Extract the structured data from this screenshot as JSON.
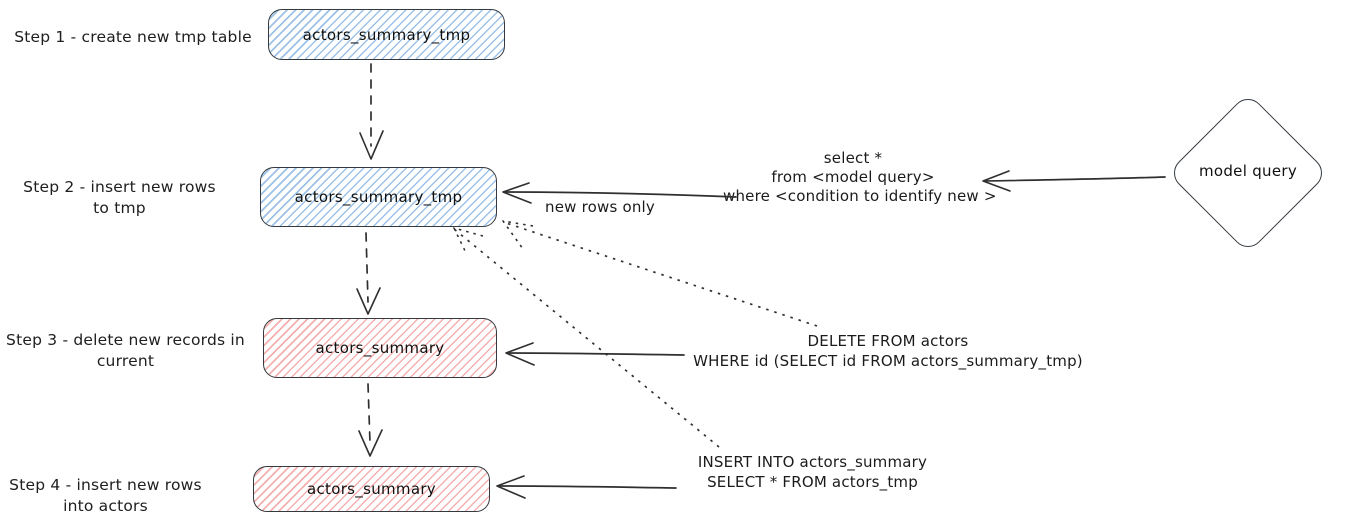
{
  "diagram": {
    "colors": {
      "blue_hatch": "#7badE0",
      "red_hatch": "#ef8e8e",
      "stroke": "#343a40",
      "background": "#ffffff"
    },
    "steps": [
      {
        "caption_line1": "Step 1 - create new tmp table",
        "caption_line2": "",
        "node": "actors_summary_tmp"
      },
      {
        "caption_line1": "Step 2 - insert new rows",
        "caption_line2": "to tmp",
        "node": "actors_summary_tmp"
      },
      {
        "caption_line1": "Step 3 - delete new records in",
        "caption_line2": "current",
        "node": "actors_summary"
      },
      {
        "caption_line1": "Step 4 - insert new rows",
        "caption_line2": "into actors",
        "node": "actors_summary"
      }
    ],
    "model_query_node": "model query",
    "labels": {
      "new_rows_only": "new rows only",
      "select_line1": "select *",
      "select_line2": "from <model query>",
      "select_line3": "where <condition to identify new >",
      "delete_line1": "DELETE FROM actors",
      "delete_line2": "WHERE id (SELECT id FROM actors_summary_tmp)",
      "insert_line1": "INSERT INTO actors_summary",
      "insert_line2": "SELECT * FROM actors_tmp"
    }
  }
}
